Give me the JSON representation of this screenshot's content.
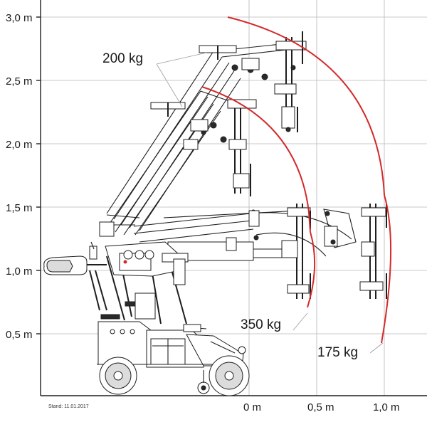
{
  "y_axis": {
    "ticks": [
      "3,0 m",
      "2,5 m",
      "2,0 m",
      "1,5 m",
      "1,0 m",
      "0,5 m"
    ]
  },
  "x_axis": {
    "ticks": [
      "0 m",
      "0,5 m",
      "1,0 m"
    ]
  },
  "load_labels": {
    "l200": "200 kg",
    "l350": "350 kg",
    "l175": "175 kg"
  },
  "stamp": "Stand: 11.01.2017",
  "colors": {
    "curve": "#d42a2a",
    "grid": "#b8b8b8",
    "ink": "#1e1e1e"
  }
}
